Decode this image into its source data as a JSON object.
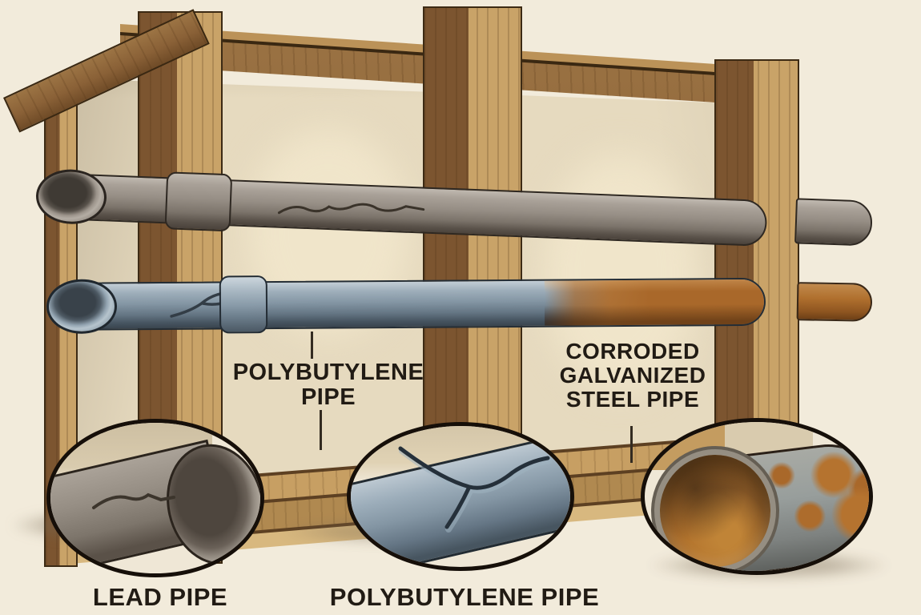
{
  "wall_labels": {
    "polybutylene": {
      "lines": [
        "POLYBUTYLENE",
        "PIPE"
      ]
    },
    "corroded_galvanized": {
      "lines": [
        "CORRODED",
        "GALVANIZED",
        "STEEL PIPE"
      ]
    }
  },
  "inset_labels": {
    "lead": "LEAD PIPE",
    "polybutylene": "POLYBUTYLENE PIPE"
  },
  "colors": {
    "background_cream": "#f2ebdb",
    "drywall_tan": "#e6dabf",
    "wood_light": "#c9a368",
    "wood_dark": "#8a6137",
    "lead_pipe_gray": "#968e85",
    "polybutylene_blue_gray": "#8496a4",
    "rust_orange": "#a9682a",
    "label_text": "#211b14",
    "outline_black": "#160f09"
  }
}
